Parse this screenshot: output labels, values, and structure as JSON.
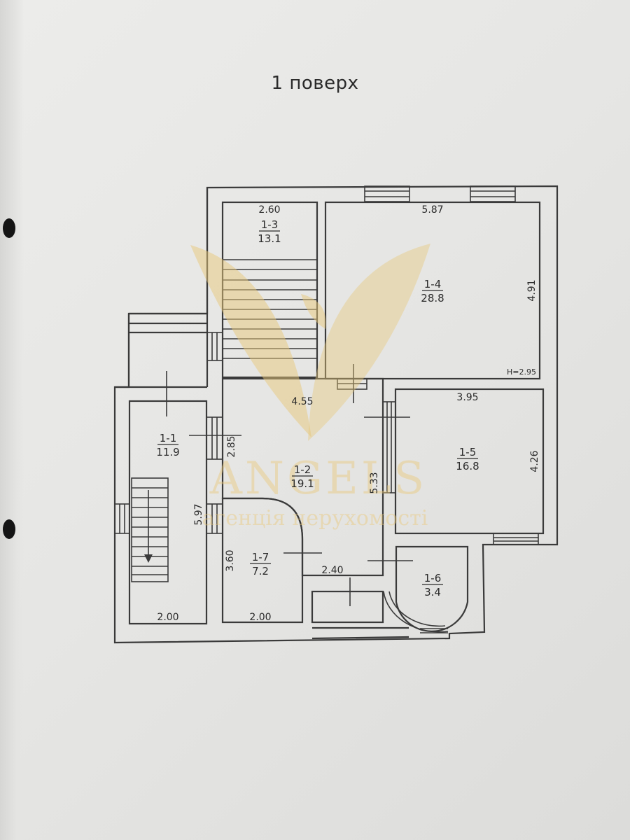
{
  "title": "1 поверх",
  "rooms": [
    {
      "id": "1-1",
      "area": "11.9"
    },
    {
      "id": "1-2",
      "area": "19.1"
    },
    {
      "id": "1-3",
      "area": "13.1"
    },
    {
      "id": "1-4",
      "area": "28.8"
    },
    {
      "id": "1-5",
      "area": "16.8"
    },
    {
      "id": "1-6",
      "area": "3.4"
    },
    {
      "id": "1-7",
      "area": "7.2"
    }
  ],
  "dimensions": {
    "d_1_3_width": "2.60",
    "d_1_4_width": "5.87",
    "d_1_4_depth": "4.91",
    "ceiling_height": "H=2.95",
    "d_1_2_width": "4.55",
    "d_1_2_short": "2.85",
    "d_1_2_depth": "5.33",
    "d_1_5_width": "3.95",
    "d_1_5_depth": "4.26",
    "d_1_1_depth": "5.97",
    "d_1_1_width": "2.00",
    "d_1_7_depth": "3.60",
    "d_1_7_width": "2.00",
    "d_1_2_bottom": "2.40"
  },
  "watermark": {
    "brand": "ANGELS",
    "tagline": "агенція нерухомості",
    "color": "#e8c77a"
  },
  "colors": {
    "paper": "#e8e8e6",
    "lines": "#3a3a3a"
  }
}
